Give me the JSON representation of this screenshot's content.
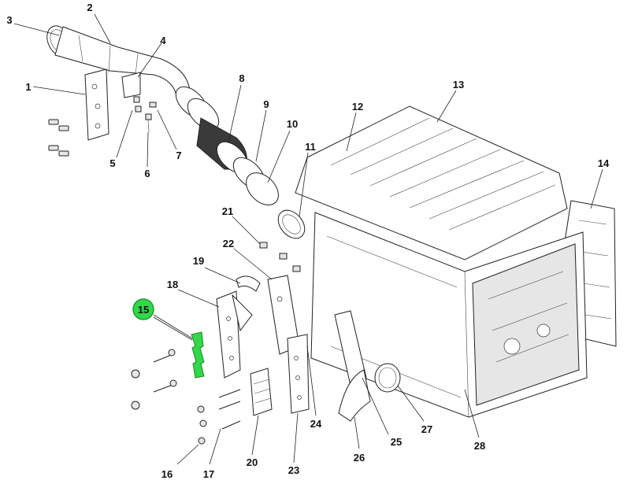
{
  "diagram": {
    "callouts": [
      {
        "id": "c1",
        "label": "1"
      },
      {
        "id": "c2",
        "label": "2"
      },
      {
        "id": "c3",
        "label": "3"
      },
      {
        "id": "c4",
        "label": "4"
      },
      {
        "id": "c5",
        "label": "5"
      },
      {
        "id": "c6",
        "label": "6"
      },
      {
        "id": "c7",
        "label": "7"
      },
      {
        "id": "c8",
        "label": "8"
      },
      {
        "id": "c9",
        "label": "9"
      },
      {
        "id": "c10",
        "label": "10"
      },
      {
        "id": "c11",
        "label": "11"
      },
      {
        "id": "c12",
        "label": "12"
      },
      {
        "id": "c13",
        "label": "13"
      },
      {
        "id": "c14",
        "label": "14"
      },
      {
        "id": "c15",
        "label": "15",
        "highlighted": true
      },
      {
        "id": "c16",
        "label": "16"
      },
      {
        "id": "c17",
        "label": "17"
      },
      {
        "id": "c18",
        "label": "18"
      },
      {
        "id": "c19",
        "label": "19"
      },
      {
        "id": "c20",
        "label": "20"
      },
      {
        "id": "c21",
        "label": "21"
      },
      {
        "id": "c22",
        "label": "22"
      },
      {
        "id": "c23",
        "label": "23"
      },
      {
        "id": "c24",
        "label": "24"
      },
      {
        "id": "c25",
        "label": "25"
      },
      {
        "id": "c26",
        "label": "26"
      },
      {
        "id": "c27",
        "label": "27"
      },
      {
        "id": "c28",
        "label": "28"
      }
    ],
    "highlight_color": "#34d64a"
  }
}
